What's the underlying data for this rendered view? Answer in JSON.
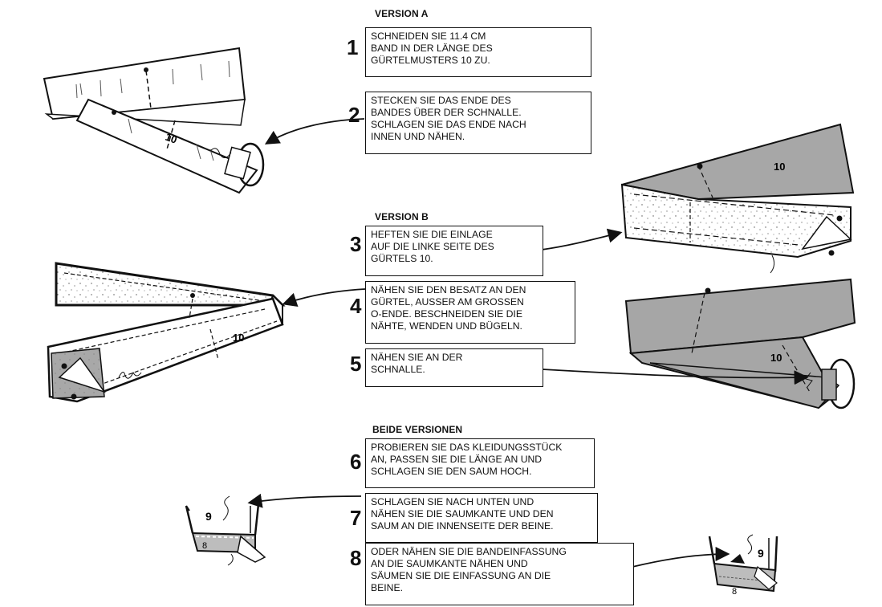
{
  "sections": {
    "version_a": "VERSION A",
    "version_b": "VERSION B",
    "both": "BEIDE VERSIONEN"
  },
  "steps": [
    {
      "number": "1",
      "lines": [
        "SCHNEIDEN SIE 11.4 CM",
        "BAND IN DER LÄNGE DES",
        "GÜRTELMUSTERS 10 ZU."
      ]
    },
    {
      "number": "2",
      "lines": [
        "STECKEN SIE DAS ENDE DES",
        "BANDES ÜBER DER SCHNALLE.",
        "SCHLAGEN SIE DAS ENDE NACH",
        "INNEN UND NÄHEN."
      ]
    },
    {
      "number": "3",
      "lines": [
        "HEFTEN SIE DIE EINLAGE",
        "AUF DIE LINKE SEITE DES",
        "GÜRTELS 10."
      ]
    },
    {
      "number": "4",
      "lines": [
        "NÄHEN SIE DEN BESATZ AN DEN",
        "GÜRTEL, AUSSER AM GROSSEN",
        "O-ENDE. BESCHNEIDEN SIE DIE",
        "NÄHTE, WENDEN UND BÜGELN."
      ]
    },
    {
      "number": "5",
      "lines": [
        "NÄHEN SIE AN DER",
        "SCHNALLE."
      ]
    },
    {
      "number": "6",
      "lines": [
        "PROBIEREN SIE DAS KLEIDUNGSSTÜCK",
        "AN, PASSEN SIE DIE LÄNGE AN UND",
        "SCHLAGEN SIE DEN SAUM HOCH."
      ]
    },
    {
      "number": "7",
      "lines": [
        "SCHLAGEN SIE NACH UNTEN UND",
        "NÄHEN SIE DIE SAUMKANTE UND DEN",
        "SAUM AN DIE INNENSEITE DER BEINE."
      ]
    },
    {
      "number": "8",
      "lines": [
        "ODER NÄHEN SIE DIE BANDEINFASSUNG",
        "AN DIE SAUMKANTE NÄHEN UND",
        "SÄUMEN SIE DIE EINFASSUNG AN DIE",
        "BEINE."
      ]
    }
  ],
  "illustration_labels": {
    "belt_a": "10",
    "belt_b_top": "10",
    "belt_b_left": "10",
    "belt_b_bottom": "10",
    "hem_left_top": "9",
    "hem_left_bottom": "8",
    "hem_right_top": "9",
    "hem_right_bottom": "8"
  },
  "colors": {
    "ink": "#111111",
    "shade": "#a9a9a9",
    "paper": "#ffffff"
  }
}
